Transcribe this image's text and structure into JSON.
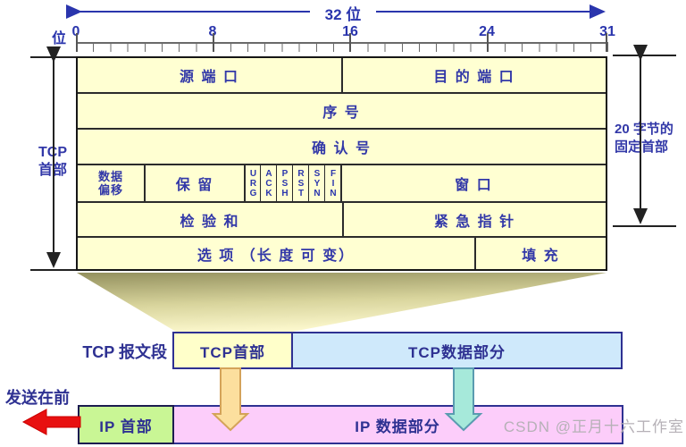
{
  "colors": {
    "accent_blue": "#2e3192",
    "table_bg": "#ffffd2",
    "tcp_data_bg": "#cfe9fb",
    "ip_header_bg": "#c9f695",
    "ip_data_bg": "#fccdfa",
    "red_arrow": "#e81010",
    "yellow_arrow": "#fcdf9e",
    "cyan_arrow": "#a6e9da"
  },
  "ruler": {
    "width_label": "32 位",
    "unit_label": "位",
    "marks": [
      "0",
      "8",
      "16",
      "24",
      "31"
    ]
  },
  "tcp_header": {
    "left_bracket": {
      "line1": "TCP",
      "line2": "首部"
    },
    "right_bracket": {
      "line1": "20 字节的",
      "line2": "固定首部"
    },
    "fields": {
      "source_port": "源 端 口",
      "dest_port": "目 的 端 口",
      "seq": "序 号",
      "ack": "确 认 号",
      "data_offset_line1": "数据",
      "data_offset_line2": "偏移",
      "reserved": "保 留",
      "flags": [
        "URG",
        "ACK",
        "PSH",
        "RST",
        "SYN",
        "FIN"
      ],
      "window": "窗 口",
      "checksum": "检 验 和",
      "urgent_pointer": "紧 急 指 针",
      "options": "选 项 （长 度 可 变）",
      "padding": "填 充"
    }
  },
  "segment_bar": {
    "label": "TCP 报文段",
    "header": "TCP首部",
    "data": "TCP数据部分"
  },
  "ip_bar": {
    "send_first": "发送在前",
    "header": "IP 首部",
    "data": "IP 数据部分"
  },
  "watermark": "CSDN @正月十六工作室"
}
